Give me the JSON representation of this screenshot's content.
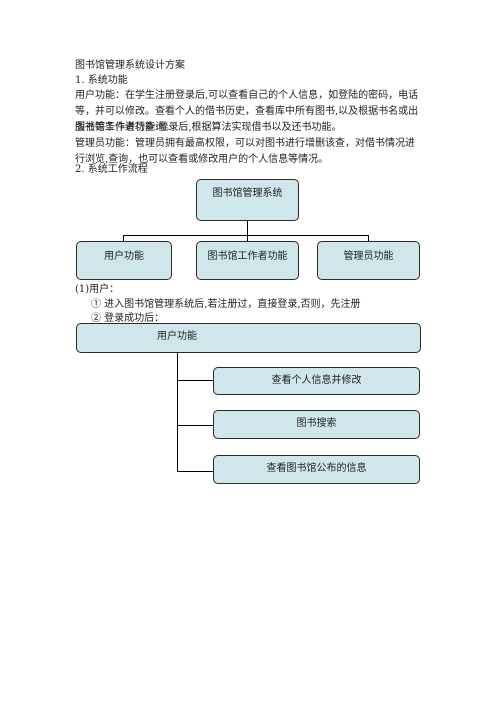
{
  "doc": {
    "title": "图书馆管理系统设计方案",
    "section1_heading": "1.  系统功能",
    "para_user": "用户功能：在学生注册登录后,可以查看自己的个人信息，如登陆的密码，电话等，并可以修改。查看个人的借书历史，查看库中所有图书,以及根据书名或出版社等条件进行查询。",
    "para_worker": "图书馆工作者功能:登录后,根据算法实现借书以及还书功能。",
    "para_admin": "管理员功能：管理员拥有最高权限，可以对图书进行增删该查，对借书情况进行浏览,查询，也可以查看或修改用户的个人信息等情况。",
    "section2_heading": "2.  系统工作流程",
    "sub_heading": "(1)用户：",
    "steps": [
      "①  进入图书馆管理系统后,若注册过，直接登录,否则，先注册",
      "②  登录成功后："
    ]
  },
  "chart1": {
    "root": "图书馆管理系统",
    "children": [
      "用户功能",
      "图书馆工作者功能",
      "管理员功能"
    ]
  },
  "chart2": {
    "root": "用户功能",
    "children": [
      "查看个人信息并修改",
      "图书搜索",
      "查看图书馆公布的信息"
    ]
  },
  "colors": {
    "box_fill": "#cfe7ea",
    "box_border": "#2a2a2a",
    "connector": "#000000"
  }
}
